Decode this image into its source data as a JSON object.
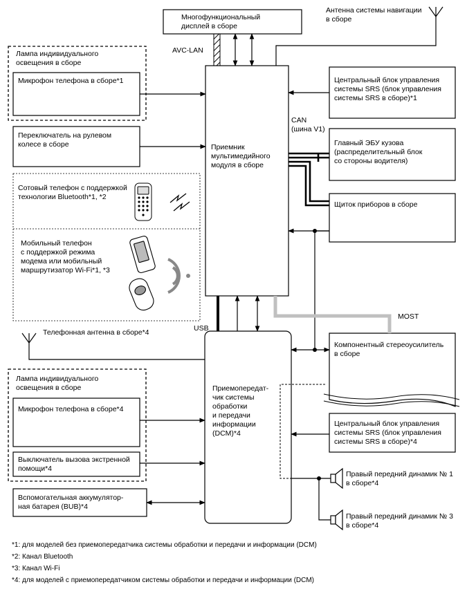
{
  "boxes": {
    "display": "Многофункциональный\nдисплей в сборе",
    "nav_antenna": "Антенна системы навигации\nв сборе",
    "avc_lan": "AVC-LAN",
    "lamp_top": "Лампа индивидуального\nосвещения в сборе",
    "mic_top": "Микрофон телефона в сборе*1",
    "steering_switch": "Переключатель на рулевом\nколесе в сборе",
    "bt_phone": "Сотовый телефон с поддержкой\nтехнологии Bluetooth*1, *2",
    "wifi_phone": "Мобильный телефон\nс поддержкой режима\nмодема или мобильный\nмаршрутизатор Wi-Fi*1, *3",
    "receiver": "Приемник\nмультимедийного\nмодуля в сборе",
    "srs_top": "Центральный блок управления\nсистемы SRS (блок управления\nсистемы SRS в сборе)*1",
    "can": "CAN\n(шина V1)",
    "main_ecu": "Главный ЭБУ кузова\n(распределительный блок\nсо стороны водителя)",
    "meter": "Щиток приборов в сборе",
    "most": "MOST",
    "usb": "USB",
    "phone_antenna": "Телефонная антенна в сборе*4",
    "stereo_amp": "Компонентный стереоусилитель\nв сборе",
    "lamp_bottom": "Лампа индивидуального\nосвещения в сборе",
    "mic_bottom": "Микрофон телефона в сборе*4",
    "emergency_switch": "Выключатель вызова экстренной\nпомощи*4",
    "dcm": "Приемопередат-\nчик системы\nобработки\nи передачи\nинформации\n(DCM)*4",
    "srs_bottom": "Центральный блок управления\nсистемы SRS (блок управления\nсистемы SRS в сборе)*4",
    "speaker1": "Правый передний динамик № 1\nв сборе*4",
    "speaker3": "Правый передний динамик № 3\nв сборе*4",
    "bub": "Вспомогательная аккумулятор-\nная батарея (BUB)*4"
  },
  "footnotes": [
    "*1: для моделей без приемопередатчика системы обработки и передачи и информации (DCM)",
    "*2: Канал Bluetooth",
    "*3: Канал Wi-Fi",
    "*4: для моделей с приемопередатчиком системы обработки и передачи и информации (DCM)"
  ],
  "icons": [
    "antenna-icon",
    "phone-antenna-icon",
    "keypad-phone-icon",
    "smartphone-icon",
    "wifi-router-icon",
    "bluetooth-signal-icon",
    "wifi-signal-icon",
    "speaker-icon"
  ],
  "colors": {
    "line": "#000000",
    "most_bus": "#c0c0c0",
    "background": "#ffffff"
  }
}
